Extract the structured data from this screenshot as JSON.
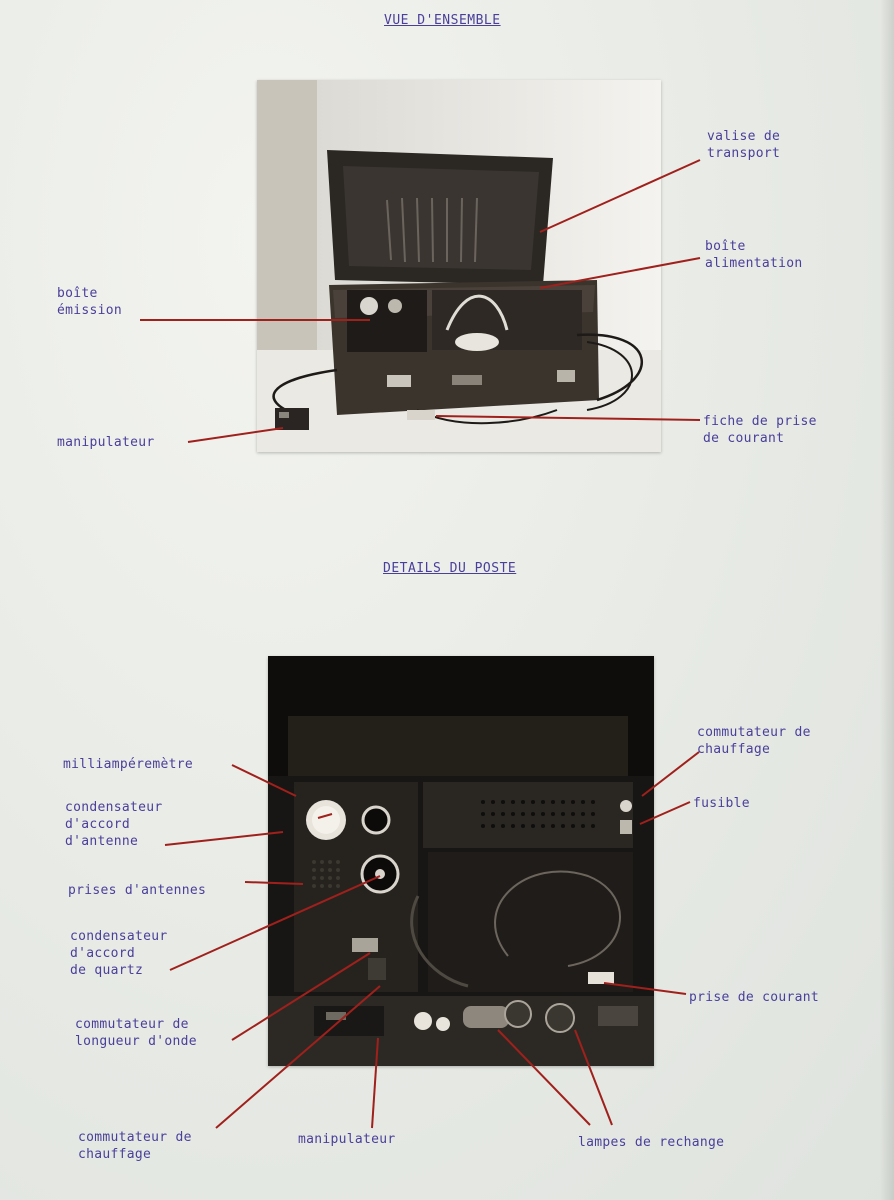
{
  "headings": {
    "overview": "VUE D'ENSEMBLE",
    "details": "DETAILS DU POSTE"
  },
  "overview_labels": {
    "valise": "valise de\ntransport",
    "boite_alimentation": "boîte\nalimentation",
    "boite_emission": "boîte\némission",
    "manipulateur": "manipulateur",
    "fiche": "fiche de prise\nde courant"
  },
  "detail_labels": {
    "milliamperemetre": "milliampéremètre",
    "condensateur_antenne": "condensateur\nd'accord\nd'antenne",
    "prises_antennes": "prises d'antennes",
    "condensateur_quartz": "condensateur\nd'accord\nde quartz",
    "commutateur_longueur": "commutateur de\nlongueur d'onde",
    "commutateur_chauffage_bas": "commutateur de\nchauffage",
    "manipulateur": "manipulateur",
    "lampes": "lampes de rechange",
    "commutateur_chauffage_haut": "commutateur de\nchauffage",
    "fusible": "fusible",
    "prise_courant": "prise de courant"
  },
  "colors": {
    "typewriter_ink": "#4a3f9a",
    "leader_red": "#a0201c",
    "paper": "#e9ece8"
  }
}
